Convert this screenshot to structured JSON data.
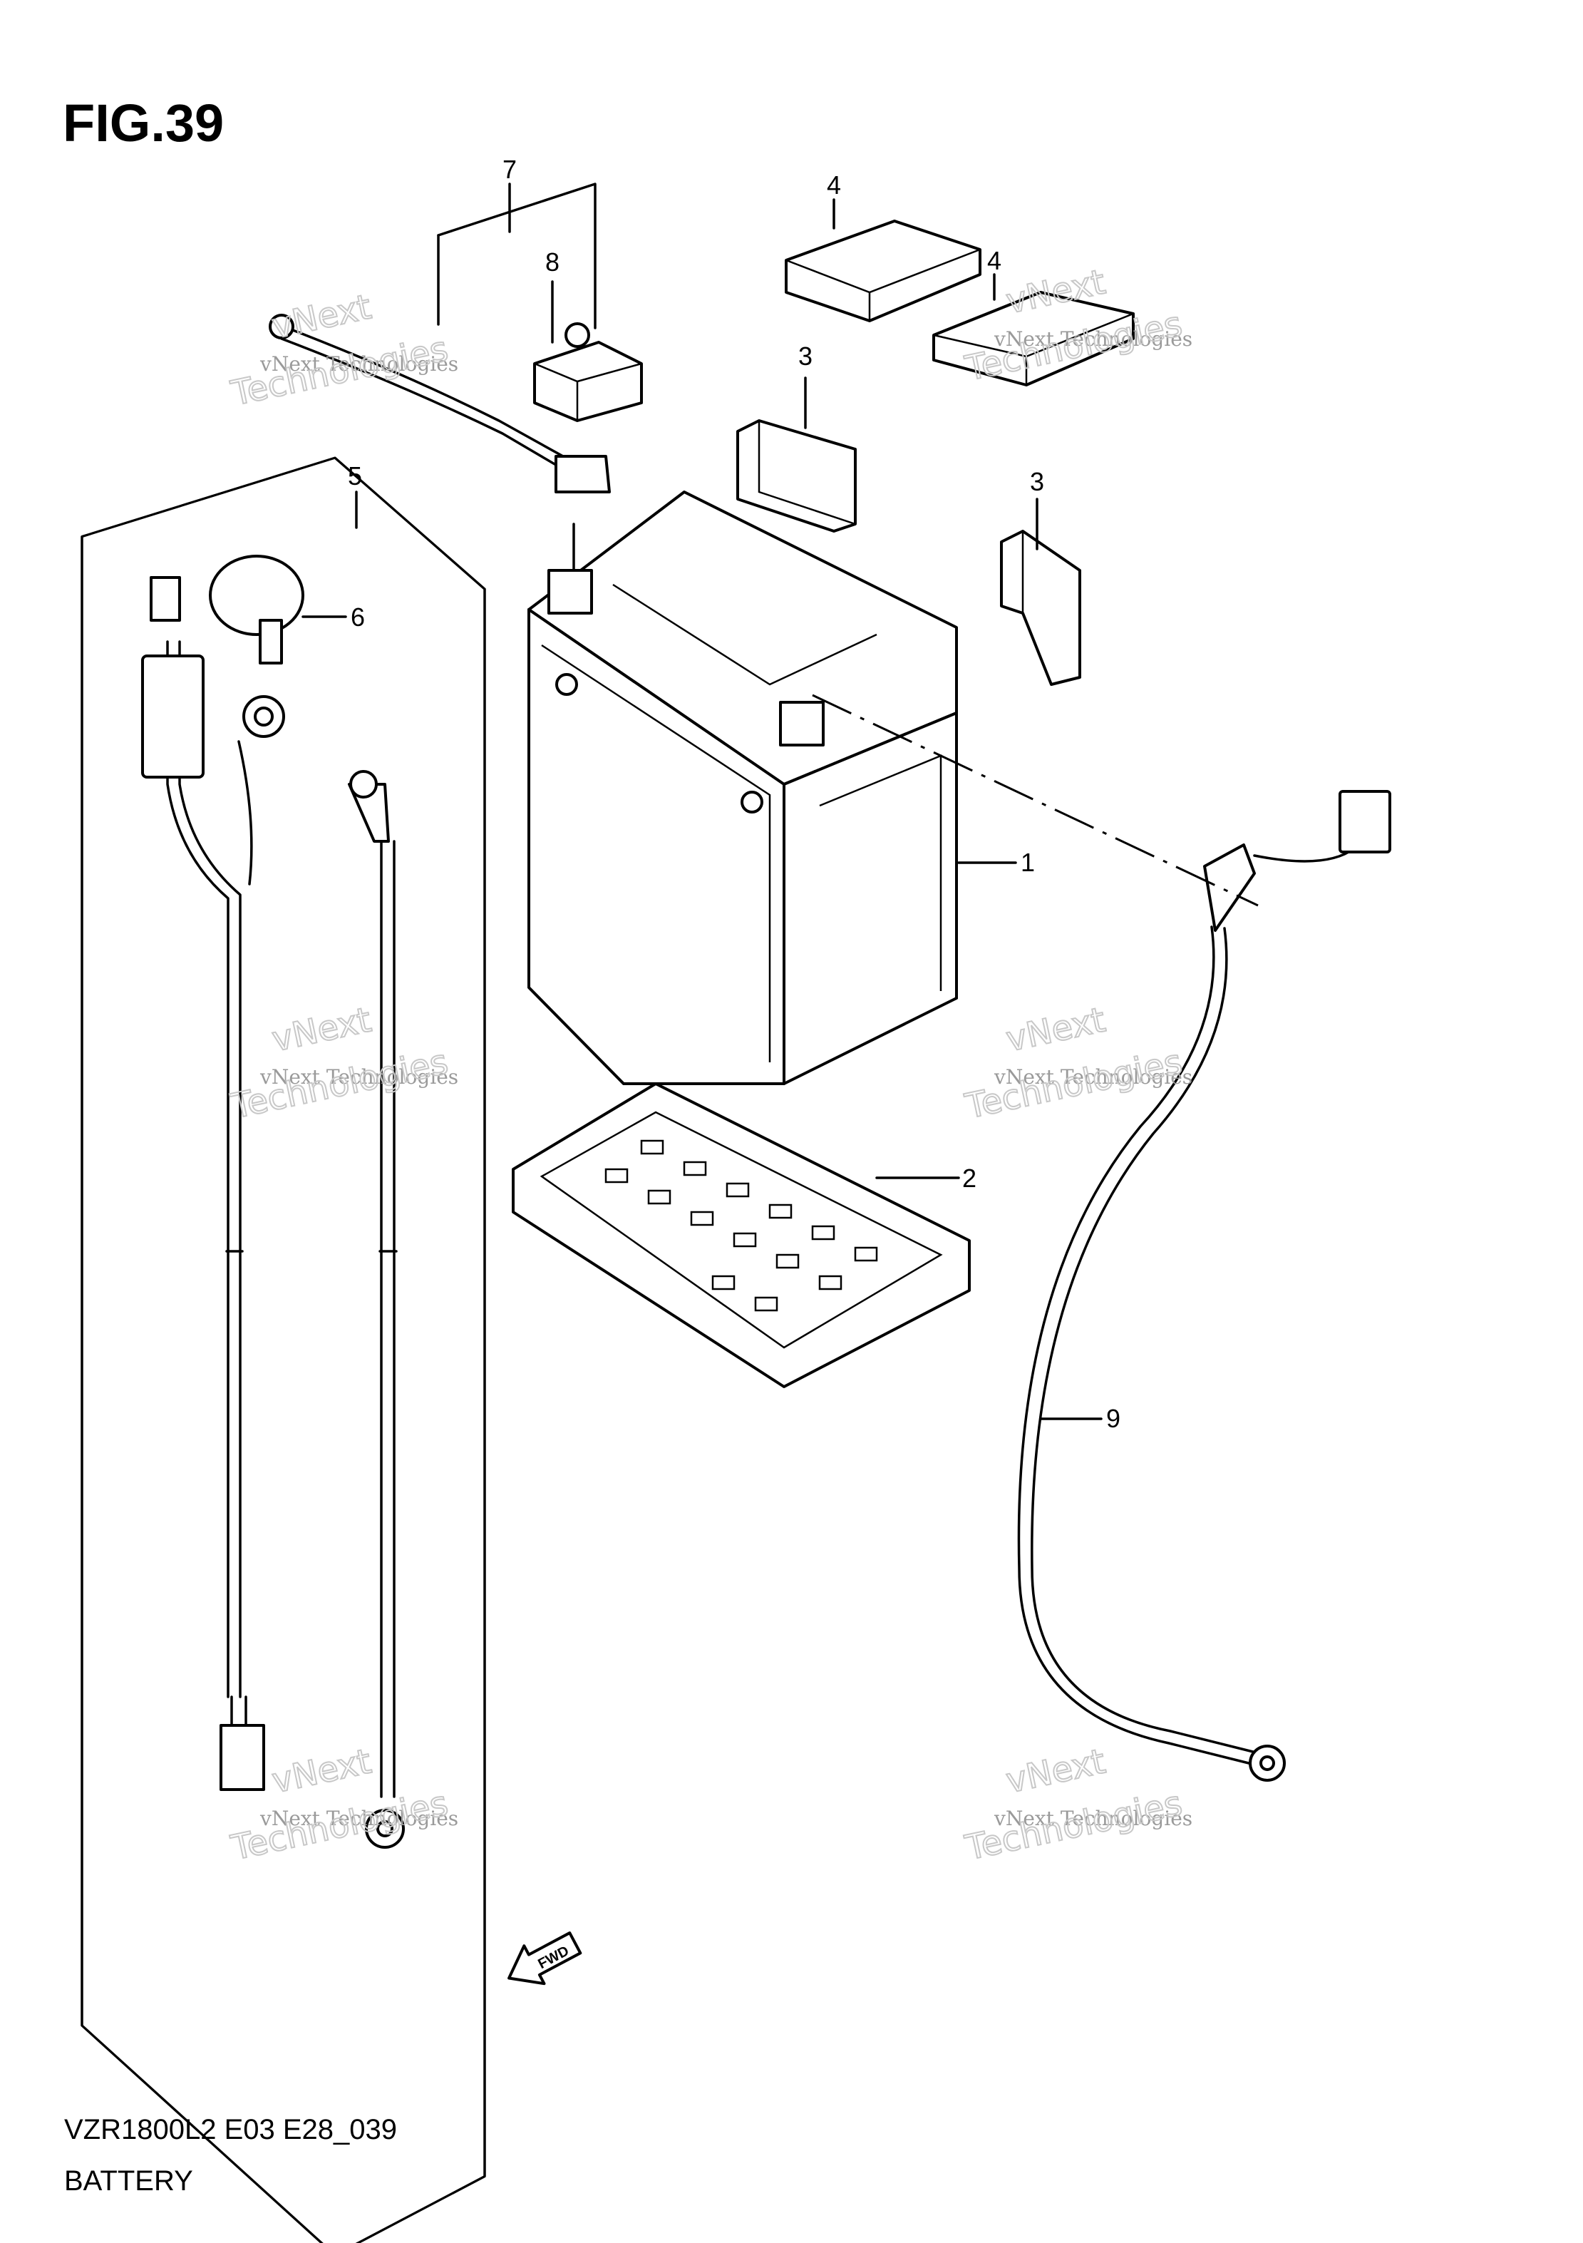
{
  "figure": {
    "title": "FIG.39",
    "model_code": "VZR1800L2 E03 E28_039",
    "caption": "BATTERY"
  },
  "callouts": [
    "1",
    "2",
    "3",
    "3",
    "4",
    "4",
    "5",
    "6",
    "7",
    "8",
    "9"
  ],
  "fwd_label": "FWD",
  "watermark": {
    "line1": "vNext Technologies",
    "line2": "vNext",
    "line3": "Technologies"
  },
  "colors": {
    "ink": "#000000",
    "watermark": "#9a9a9a"
  }
}
